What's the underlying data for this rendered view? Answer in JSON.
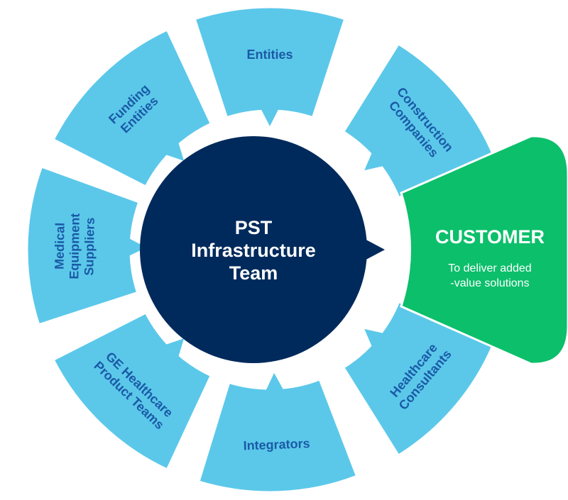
{
  "hub": {
    "lines": [
      "PST",
      "Infrastructure",
      "Team"
    ]
  },
  "customer": {
    "title": "CUSTOMER",
    "subtitle_lines": [
      "To deliver added",
      "-value solutions"
    ]
  },
  "segments": [
    {
      "id": "entities",
      "lines": [
        "Entities"
      ]
    },
    {
      "id": "construction",
      "lines": [
        "Construction",
        "Companies"
      ]
    },
    {
      "id": "healthcare-consultants",
      "lines": [
        "Healthcare",
        "Consultants"
      ]
    },
    {
      "id": "integrators",
      "lines": [
        "Integrators"
      ]
    },
    {
      "id": "ge-healthcare",
      "lines": [
        "GE Healthcare",
        "Product Teams"
      ]
    },
    {
      "id": "medical-equipment",
      "lines": [
        "Medical",
        "Equipment",
        "Suppliers"
      ]
    },
    {
      "id": "funding",
      "lines": [
        "Funding",
        "Entities"
      ]
    }
  ],
  "colors": {
    "segment": "#5bc8ea",
    "segment_text": "#1a5aa6",
    "hub": "#002a5c",
    "customer": "#0cbf6b"
  }
}
